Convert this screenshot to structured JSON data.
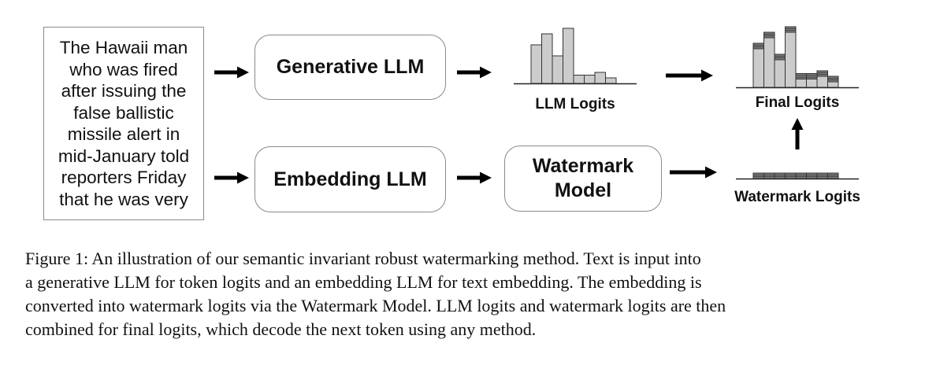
{
  "input_text": {
    "lines": [
      "The Hawaii man",
      "who was fired",
      "after issuing the",
      "false ballistic",
      "missile alert in",
      "mid-January told",
      "reporters Friday",
      "that he was very"
    ]
  },
  "boxes": {
    "generative": "Generative LLM",
    "embedding": "Embedding LLM",
    "watermark_line1": "Watermark",
    "watermark_line2": "Model"
  },
  "labels": {
    "llm_logits": "LLM Logits",
    "final_logits": "Final Logits",
    "watermark_logits": "Watermark Logits"
  },
  "chart_data": {
    "type": "bar",
    "llm_logits": [
      7,
      9,
      5,
      10,
      1.5,
      1.5,
      2,
      1
    ],
    "watermark_logits": [
      1,
      1,
      1,
      1,
      1,
      1,
      1,
      1
    ],
    "colors": {
      "llm_bar": "#cccccc",
      "watermark_bar": "#7f7f7f",
      "stroke": "#333333",
      "arrow": "#000000"
    }
  },
  "caption": {
    "lines": [
      "Figure 1:   An illustration of our semantic invariant robust watermarking method. Text is input into",
      "a generative LLM for token logits and an embedding LLM for text embedding. The embedding is",
      "converted into watermark logits via the Watermark Model. LLM logits and watermark logits are then",
      "combined for final logits, which decode the next token using any method."
    ]
  }
}
